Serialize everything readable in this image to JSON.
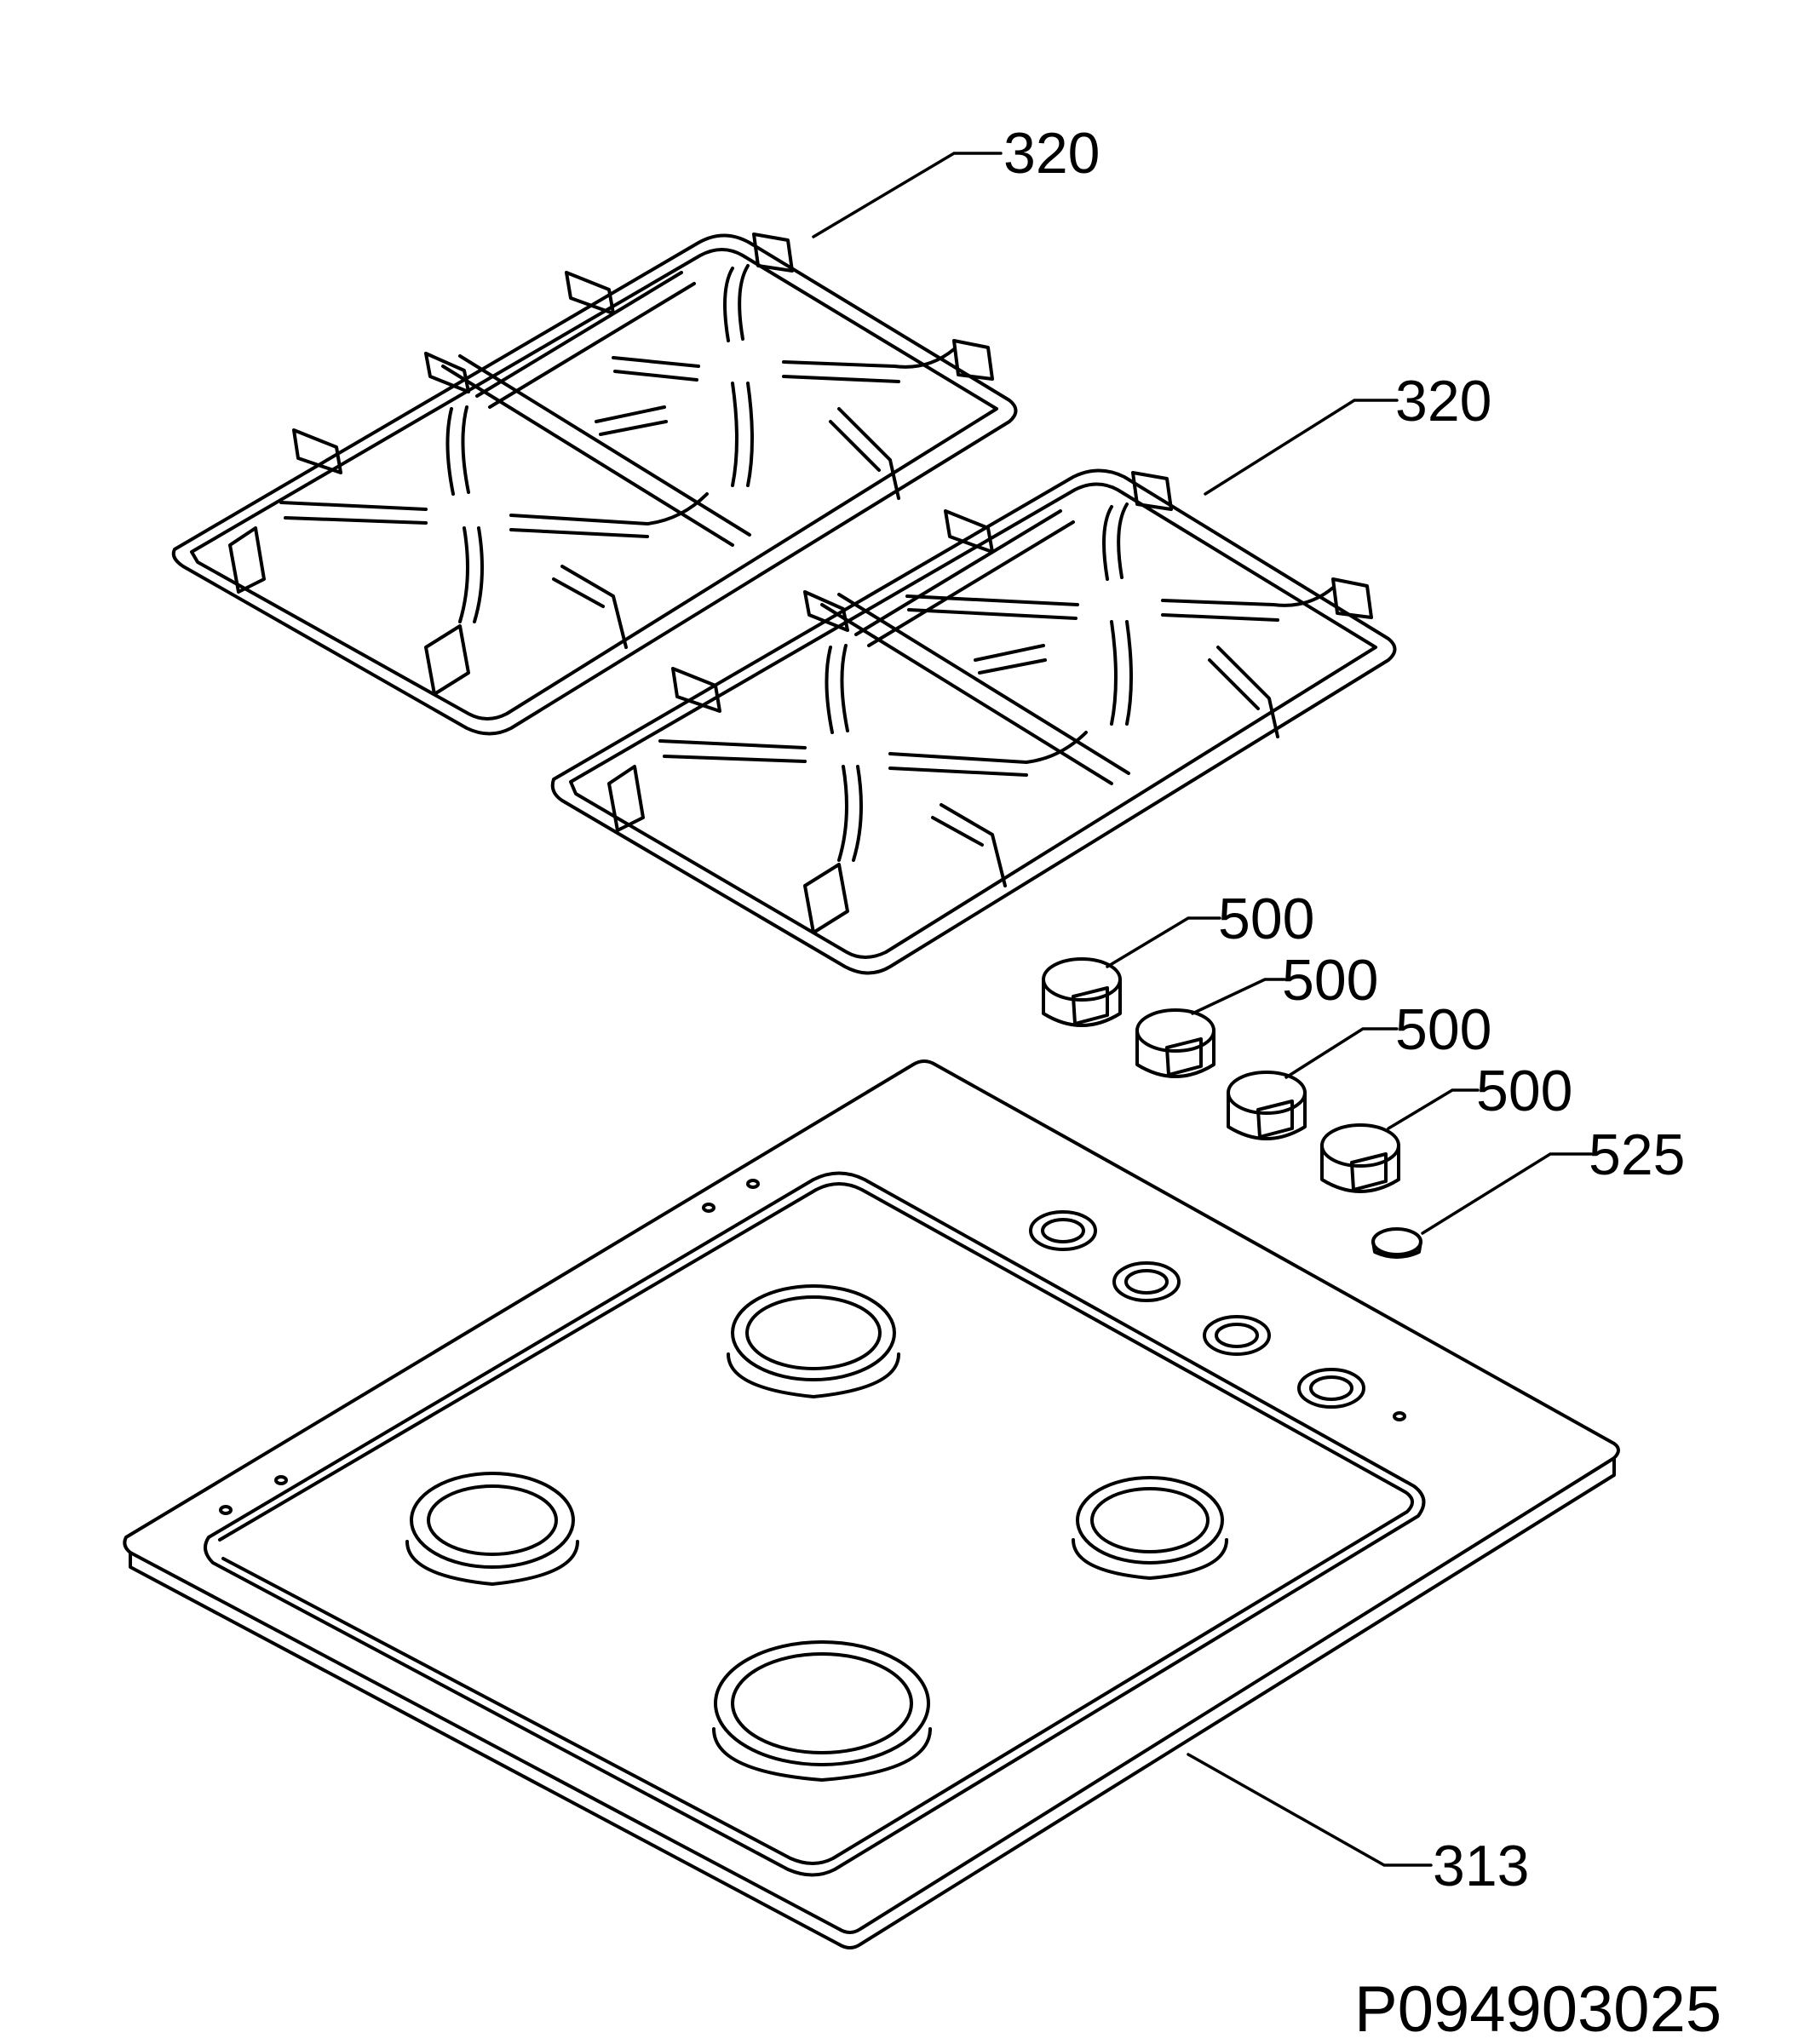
{
  "colors": {
    "line": "#000000",
    "background": "#ffffff"
  },
  "diagram": {
    "type": "exploded parts diagram",
    "parts": [
      {
        "id": "grid-left",
        "label": "320"
      },
      {
        "id": "grid-right",
        "label": "320"
      },
      {
        "id": "knob-1",
        "label": "500"
      },
      {
        "id": "knob-2",
        "label": "500"
      },
      {
        "id": "knob-3",
        "label": "500"
      },
      {
        "id": "knob-4",
        "label": "500"
      },
      {
        "id": "ignition-button",
        "label": "525"
      },
      {
        "id": "hob-top",
        "label": "313"
      }
    ],
    "drawing_code": "P094903025"
  }
}
